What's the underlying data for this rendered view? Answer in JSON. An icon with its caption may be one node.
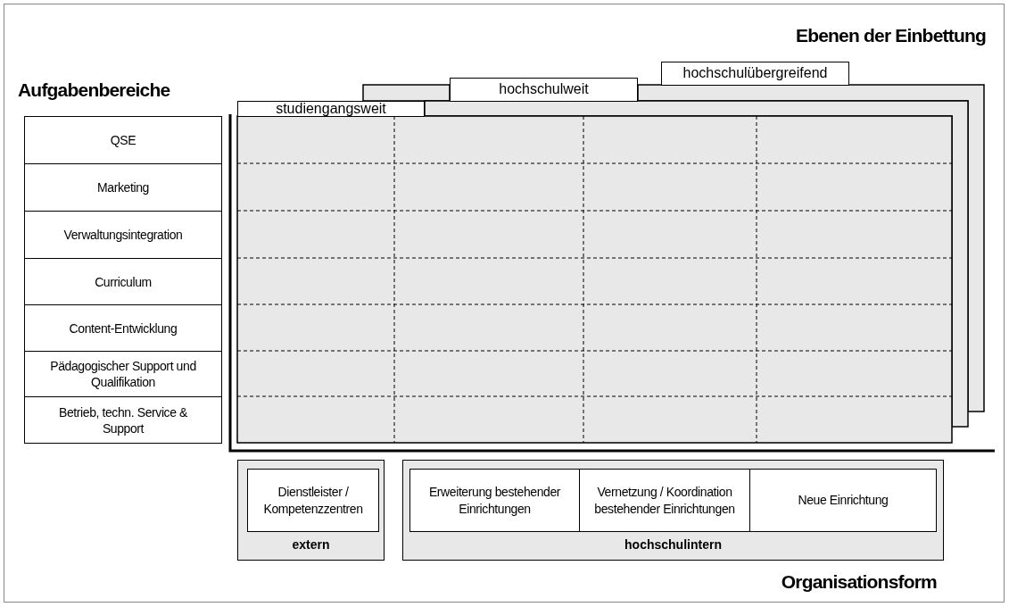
{
  "diagram": {
    "nodes": [
      {
        "text": [
          "hochschulübergreifend"
        ]
      },
      {
        "text": [
          "hochschulweit"
        ]
      },
      {
        "text": [
          "studiengangsweit"
        ]
      },
      {
        "text": [
          "QSE"
        ]
      },
      {
        "text": [
          "Marketing"
        ]
      },
      {
        "text": [
          "Verwaltungsintegration"
        ]
      },
      {
        "text": [
          "Curriculum"
        ]
      },
      {
        "text": [
          "Content-Entwicklung"
        ]
      },
      {
        "text": [
          "Pädagogischer Support und Qualifikation"
        ]
      },
      {
        "text": [
          "Betrieb, techn. Service & Support"
        ]
      },
      {
        "text": [
          "extern"
        ]
      },
      {
        "text": [
          "Dienstleister / Kompetenzzentren"
        ],
        "in": 10
      },
      {
        "text": [
          "hochschulintern"
        ]
      },
      {
        "text": [
          "Erweiterung bestehender Einrichtungen"
        ],
        "in": 12
      },
      {
        "text": [
          "Vernetzung / Koordination bestehender Einrichtungen"
        ],
        "in": 12
      },
      {
        "text": [
          "Neue Einrichtung"
        ],
        "in": 12
      }
    ],
    "edges": [],
    "labels": [
      "Ebenen der Einbettung",
      "Aufgabenbereiche",
      "Organisationsform"
    ]
  }
}
